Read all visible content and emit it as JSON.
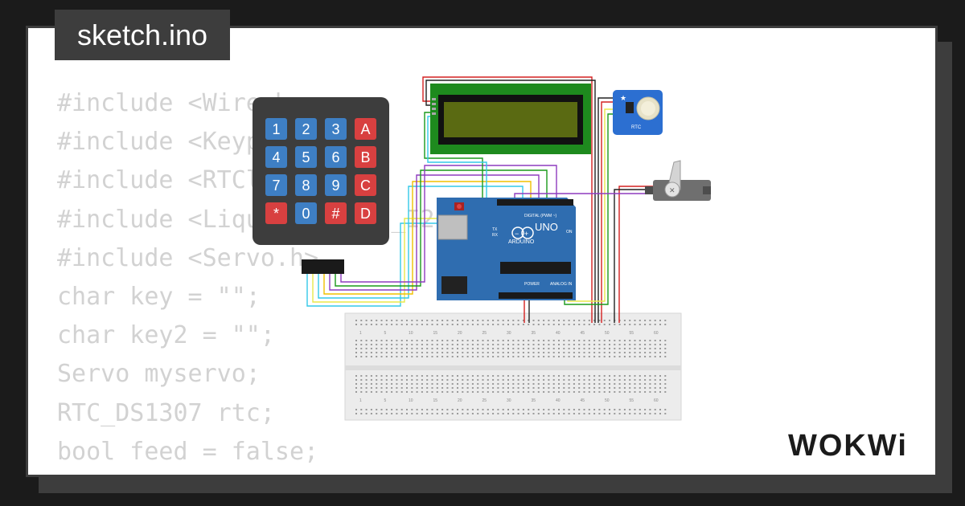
{
  "window": {
    "title": "sketch.ino"
  },
  "code": {
    "lines": [
      "#include <Wire.h>",
      "#include <Keypad.h>",
      "#include <RTClib.h>",
      "#include <LiquidCrystal_I2C.h>",
      "#include <Servo.h>",
      "char key = \"\";",
      "char key2 = \"\";",
      "Servo myservo;",
      "RTC_DS1307 rtc;",
      "bool feed = false;"
    ]
  },
  "keypad": {
    "keys": [
      "1",
      "2",
      "3",
      "A",
      "4",
      "5",
      "6",
      "B",
      "7",
      "8",
      "9",
      "C",
      "*",
      "0",
      "#",
      "D"
    ]
  },
  "arduino": {
    "model": "UNO",
    "brand": "ARDUINO",
    "digital_label": "DIGITAL (PWM ~)",
    "analog_label": "ANALOG IN",
    "power_label": "POWER",
    "tx_label": "TX",
    "rx_label": "RX",
    "on_label": "ON"
  },
  "rtc": {
    "label": "RTC"
  },
  "breadboard": {
    "column_numbers": [
      "1",
      "5",
      "10",
      "15",
      "20",
      "25",
      "30",
      "35",
      "40",
      "45",
      "50",
      "55",
      "60"
    ]
  },
  "brand": {
    "logo": "WOKWi"
  },
  "colors": {
    "pcb": "#2f6db0",
    "lcd_board": "#1e8a1e",
    "lcd_screen": "#5a6a12",
    "key_blue": "#3e7fc4",
    "key_red": "#d84040"
  }
}
